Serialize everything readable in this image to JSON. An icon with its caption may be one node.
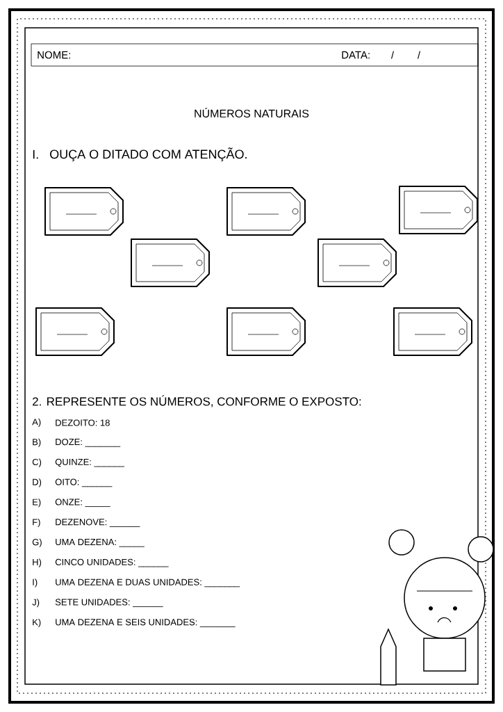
{
  "diagram": {
    "title": "NÚMEROS NATURAIS",
    "nodes": [
      {
        "text": [],
        "shape": "box"
      },
      {
        "text": [],
        "shape": "box"
      },
      {
        "text": [],
        "shape": "box"
      },
      {
        "text": [],
        "shape": "box"
      },
      {
        "text": [],
        "shape": "box"
      },
      {
        "text": [],
        "shape": "box"
      },
      {
        "text": [],
        "shape": "box"
      },
      {
        "text": [],
        "shape": "box"
      }
    ],
    "labels": [
      "NOME:",
      "DATA:",
      "/",
      "/",
      "I.",
      "OUÇA O DITADO COM ATENÇÃO.",
      "2. REPRESENTE OS NÚMEROS, CONFORME O EXPOSTO:",
      "A)",
      "DEZOITO: 18",
      "B)",
      "DOZE: _______",
      "C)",
      "QUINZE: ______",
      "D)",
      "OITO: ______",
      "E)",
      "ONZE: _____",
      "F)",
      "DEZENOVE: ______",
      "G)",
      "UMA DEZENA: _____",
      "H)",
      "CINCO UNIDADES: ______",
      "I)",
      "UMA DEZENA E DUAS UNIDADES: _______",
      "J)",
      "SETE UNIDADES: ______",
      "K)",
      "UMA DEZENA E SEIS UNIDADES: _______"
    ]
  }
}
